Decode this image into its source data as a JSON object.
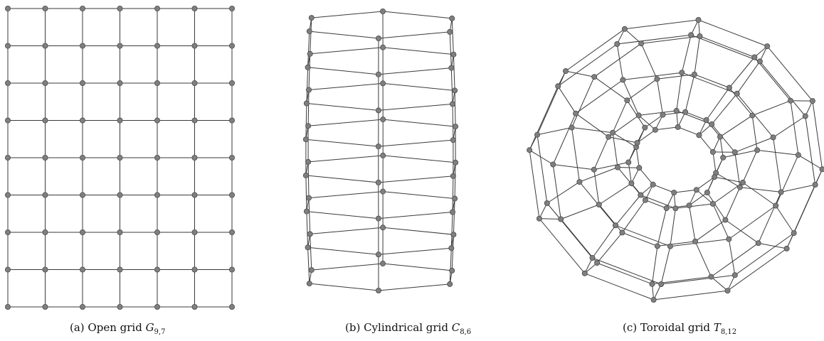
{
  "figures": [
    {
      "id": "open",
      "caption_prefix": "(a) Open grid ",
      "symbol": "G",
      "subscript": "9,7",
      "rows": 9,
      "cols": 7
    },
    {
      "id": "cylindrical",
      "caption_prefix": "(b) Cylindrical grid ",
      "symbol": "C",
      "subscript": "8,6",
      "rings": 8,
      "ring_size": 6
    },
    {
      "id": "toroidal",
      "caption_prefix": "(c) Toroidal grid ",
      "symbol": "T",
      "subscript": "8,12",
      "minor": 8,
      "major": 12
    }
  ],
  "colors": {
    "edge": "#3a3a3a",
    "node_fill": "#7f7f7f",
    "node_stroke": "#4a4a4a"
  }
}
